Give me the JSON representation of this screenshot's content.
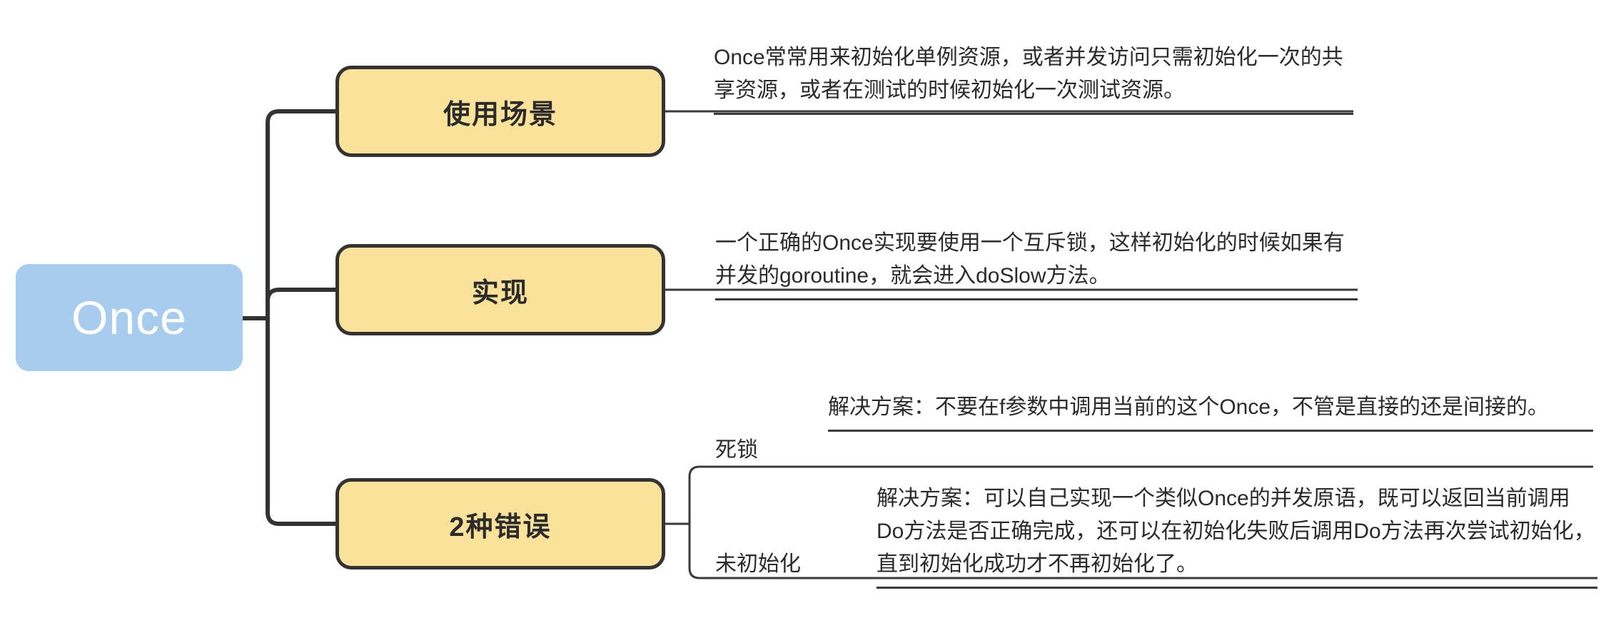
{
  "diagram": {
    "type": "mind-map",
    "title": "Once",
    "colors": {
      "root_fill": "#A8CCEE",
      "root_text": "#FFFFFF",
      "branch_fill": "#FBE29A",
      "branch_border": "#333333",
      "branch_text": "#2B2B2B",
      "connector": "#333333",
      "leaf_text": "#2B2B2B",
      "underline": "#3A3A3A",
      "background": "#FFFFFF"
    },
    "root": {
      "label": "Once"
    },
    "branches": [
      {
        "label": "使用场景",
        "leaves": [
          {
            "sub_label": "",
            "text": "Once常常用来初始化单例资源，或者并发访问只需初始化一次的共享资源，或者在测试的时候初始化一次测试资源。"
          }
        ]
      },
      {
        "label": "实现",
        "leaves": [
          {
            "sub_label": "",
            "text": "一个正确的Once实现要使用一个互斥锁，这样初始化的时候如果有并发的goroutine，就会进入doSlow方法。"
          }
        ]
      },
      {
        "label": "2种错误",
        "leaves": [
          {
            "sub_label": "死锁",
            "text": "解决方案：不要在f参数中调用当前的这个Once，不管是直接的还是间接的。"
          },
          {
            "sub_label": "未初始化",
            "text": "解决方案：可以自己实现一个类似Once的并发原语，既可以返回当前调用Do方法是否正确完成，还可以在初始化失败后调用Do方法再次尝试初始化，直到初始化成功才不再初始化了。"
          }
        ]
      }
    ]
  }
}
